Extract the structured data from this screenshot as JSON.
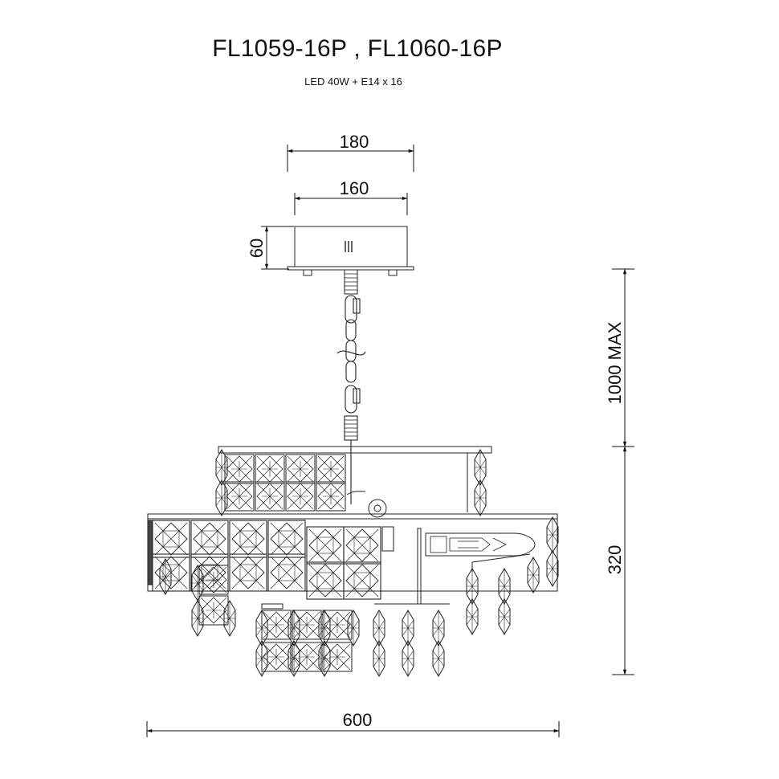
{
  "title": "FL1059-16P , FL1060-16P",
  "subtitle": "LED 40W + E14 x 16",
  "dimensions": {
    "canopy_outer_width": "180",
    "canopy_inner_width": "160",
    "canopy_height": "60",
    "suspension_max": "1000 MAX",
    "body_height": "320",
    "overall_width": "600"
  },
  "colors": {
    "line": "#222222",
    "background": "#ffffff"
  }
}
